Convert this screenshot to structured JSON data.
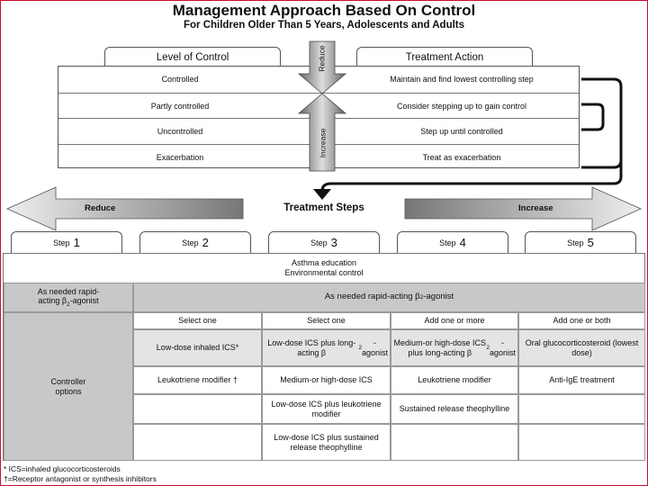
{
  "title": "Management Approach Based On Control",
  "subtitle": "For Children Older Than 5 Years, Adolescents and Adults",
  "control_header": {
    "level": "Level of Control",
    "action": "Treatment Action"
  },
  "arrows": {
    "reduce_vertical": "Reduce",
    "increase_vertical": "Increase",
    "reduce_horizontal": "Reduce",
    "increase_horizontal": "Increase"
  },
  "control_rows": [
    {
      "level": "Controlled",
      "action": "Maintain and find lowest controlling step"
    },
    {
      "level": "Partly controlled",
      "action": "Consider stepping up to gain control"
    },
    {
      "level": "Uncontrolled",
      "action": "Step up until controlled"
    },
    {
      "level": "Exacerbation",
      "action": "Treat as exacerbation"
    }
  ],
  "treatment_steps_label": "Treatment Steps",
  "steps": [
    {
      "label": "Step",
      "num": "1"
    },
    {
      "label": "Step",
      "num": "2"
    },
    {
      "label": "Step",
      "num": "3"
    },
    {
      "label": "Step",
      "num": "4"
    },
    {
      "label": "Step",
      "num": "5"
    }
  ],
  "education": {
    "line1": "Asthma education",
    "line2": "Environmental control"
  },
  "rescue": {
    "left_line1": "As needed rapid-",
    "left_line2": "acting β2-agonist",
    "left_html": "As needed rapid-<br>acting β<sub>2</sub>-agonist",
    "right": "As needed rapid-acting β2-agonist",
    "right_html": "As needed rapid-acting β<sub>2</sub>-agonist"
  },
  "controller_label": {
    "line1": "Controller",
    "line2": "options"
  },
  "select_headers": [
    "Select one",
    "Select one",
    "Add one or more",
    "Add one or both"
  ],
  "options": {
    "col2": [
      "Low-dose inhaled ICS*",
      "Leukotriene modifier †"
    ],
    "col3": [
      "Low-dose ICS plus long-acting β2-agonist",
      "Medium-or high-dose ICS",
      "Low-dose ICS plus leukotriene modifier",
      "Low-dose ICS plus sustained release theophylline"
    ],
    "col4": [
      "Medium-or high-dose ICS plus long-acting β2-agonist",
      "Leukotriene modifier",
      "Sustained release theophylline"
    ],
    "col5": [
      "Oral glucocorticosteroid (lowest dose)",
      "Anti-IgE treatment"
    ]
  },
  "footnotes": [
    "* ICS=inhaled glucocorticosteroids",
    "†=Receptor antagonist or synthesis inhibitors"
  ],
  "colors": {
    "frame": "#c8102e",
    "grey_fill": "#c8c8c8",
    "arrow_fill": "#9a9a9a"
  }
}
